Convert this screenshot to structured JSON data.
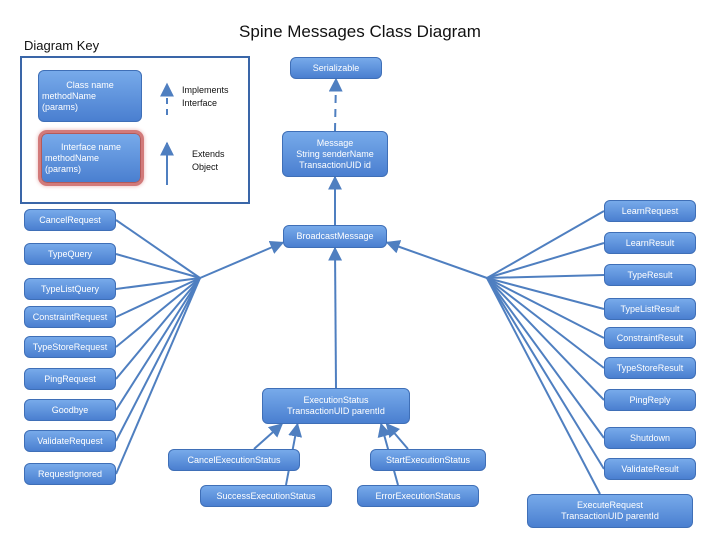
{
  "title": "Spine Messages Class Diagram",
  "key": {
    "title": "Diagram Key",
    "class_box": [
      "Class name",
      "methodName",
      "(params)"
    ],
    "interface_box": [
      "Interface name",
      "methodName",
      "(params)"
    ],
    "implements_label": [
      "Implements",
      "Interface"
    ],
    "extends_label": [
      "Extends",
      "Object"
    ]
  },
  "colors": {
    "node_fill": "#5a8fdd",
    "node_border": "#3f6fb7",
    "edge": "#4f7fc0",
    "interface_glow": "#d27a7a",
    "key_border": "#3a66a8"
  },
  "nodes": [
    {
      "id": "serializable",
      "lines": [
        "Serializable"
      ]
    },
    {
      "id": "message",
      "lines": [
        "Message",
        "String senderName",
        "TransactionUID id"
      ]
    },
    {
      "id": "broadcastmessage",
      "lines": [
        "BroadcastMessage"
      ]
    },
    {
      "id": "executionstatus",
      "lines": [
        "ExecutionStatus",
        "TransactionUID parentId"
      ]
    },
    {
      "id": "cancelexecutionstatus",
      "lines": [
        "CancelExecutionStatus"
      ]
    },
    {
      "id": "startexecutionstatus",
      "lines": [
        "StartExecutionStatus"
      ]
    },
    {
      "id": "successexecutionstatus",
      "lines": [
        "SuccessExecutionStatus"
      ]
    },
    {
      "id": "errorexecutionstatus",
      "lines": [
        "ErrorExecutionStatus"
      ]
    },
    {
      "id": "cancelrequest",
      "lines": [
        "CancelRequest"
      ]
    },
    {
      "id": "typequery",
      "lines": [
        "TypeQuery"
      ]
    },
    {
      "id": "typelistquery",
      "lines": [
        "TypeListQuery"
      ]
    },
    {
      "id": "constraintrequest",
      "lines": [
        "ConstraintRequest"
      ]
    },
    {
      "id": "typestorerequest",
      "lines": [
        "TypeStoreRequest"
      ]
    },
    {
      "id": "pingrequest",
      "lines": [
        "PingRequest"
      ]
    },
    {
      "id": "goodbye",
      "lines": [
        "Goodbye"
      ]
    },
    {
      "id": "validaterequest",
      "lines": [
        "ValidateRequest"
      ]
    },
    {
      "id": "requestignored",
      "lines": [
        "RequestIgnored"
      ]
    },
    {
      "id": "learnrequest",
      "lines": [
        "LearnRequest"
      ]
    },
    {
      "id": "learnresult",
      "lines": [
        "LearnResult"
      ]
    },
    {
      "id": "typeresult",
      "lines": [
        "TypeResult"
      ]
    },
    {
      "id": "typelistresult",
      "lines": [
        "TypeListResult"
      ]
    },
    {
      "id": "constraintresult",
      "lines": [
        "ConstraintResult"
      ]
    },
    {
      "id": "typestoreresult",
      "lines": [
        "TypeStoreResult"
      ]
    },
    {
      "id": "pingreply",
      "lines": [
        "PingReply"
      ]
    },
    {
      "id": "shutdown",
      "lines": [
        "Shutdown"
      ]
    },
    {
      "id": "validateresult",
      "lines": [
        "ValidateResult"
      ]
    },
    {
      "id": "executerequest",
      "lines": [
        "ExecuteRequest",
        "TransactionUID parentId"
      ]
    }
  ],
  "edges": [
    {
      "from": "message",
      "to": "serializable",
      "kind": "implements"
    },
    {
      "from": "broadcastmessage",
      "to": "message",
      "kind": "extends"
    },
    {
      "from": "executionstatus",
      "to": "broadcastmessage",
      "kind": "extends"
    },
    {
      "from": "cancelexecutionstatus",
      "to": "executionstatus",
      "kind": "extends"
    },
    {
      "from": "startexecutionstatus",
      "to": "executionstatus",
      "kind": "extends"
    },
    {
      "from": "successexecutionstatus",
      "to": "executionstatus",
      "kind": "extends"
    },
    {
      "from": "errorexecutionstatus",
      "to": "executionstatus",
      "kind": "extends"
    },
    {
      "from": "cancelrequest",
      "to": "broadcastmessage",
      "kind": "extends"
    },
    {
      "from": "typequery",
      "to": "broadcastmessage",
      "kind": "extends"
    },
    {
      "from": "typelistquery",
      "to": "broadcastmessage",
      "kind": "extends"
    },
    {
      "from": "constraintrequest",
      "to": "broadcastmessage",
      "kind": "extends"
    },
    {
      "from": "typestorerequest",
      "to": "broadcastmessage",
      "kind": "extends"
    },
    {
      "from": "pingrequest",
      "to": "broadcastmessage",
      "kind": "extends"
    },
    {
      "from": "goodbye",
      "to": "broadcastmessage",
      "kind": "extends"
    },
    {
      "from": "validaterequest",
      "to": "broadcastmessage",
      "kind": "extends"
    },
    {
      "from": "requestignored",
      "to": "broadcastmessage",
      "kind": "extends"
    },
    {
      "from": "learnrequest",
      "to": "broadcastmessage",
      "kind": "extends"
    },
    {
      "from": "learnresult",
      "to": "broadcastmessage",
      "kind": "extends"
    },
    {
      "from": "typeresult",
      "to": "broadcastmessage",
      "kind": "extends"
    },
    {
      "from": "typelistresult",
      "to": "broadcastmessage",
      "kind": "extends"
    },
    {
      "from": "constraintresult",
      "to": "broadcastmessage",
      "kind": "extends"
    },
    {
      "from": "typestoreresult",
      "to": "broadcastmessage",
      "kind": "extends"
    },
    {
      "from": "pingreply",
      "to": "broadcastmessage",
      "kind": "extends"
    },
    {
      "from": "shutdown",
      "to": "broadcastmessage",
      "kind": "extends"
    },
    {
      "from": "validateresult",
      "to": "broadcastmessage",
      "kind": "extends"
    },
    {
      "from": "executerequest",
      "to": "broadcastmessage",
      "kind": "extends"
    }
  ]
}
